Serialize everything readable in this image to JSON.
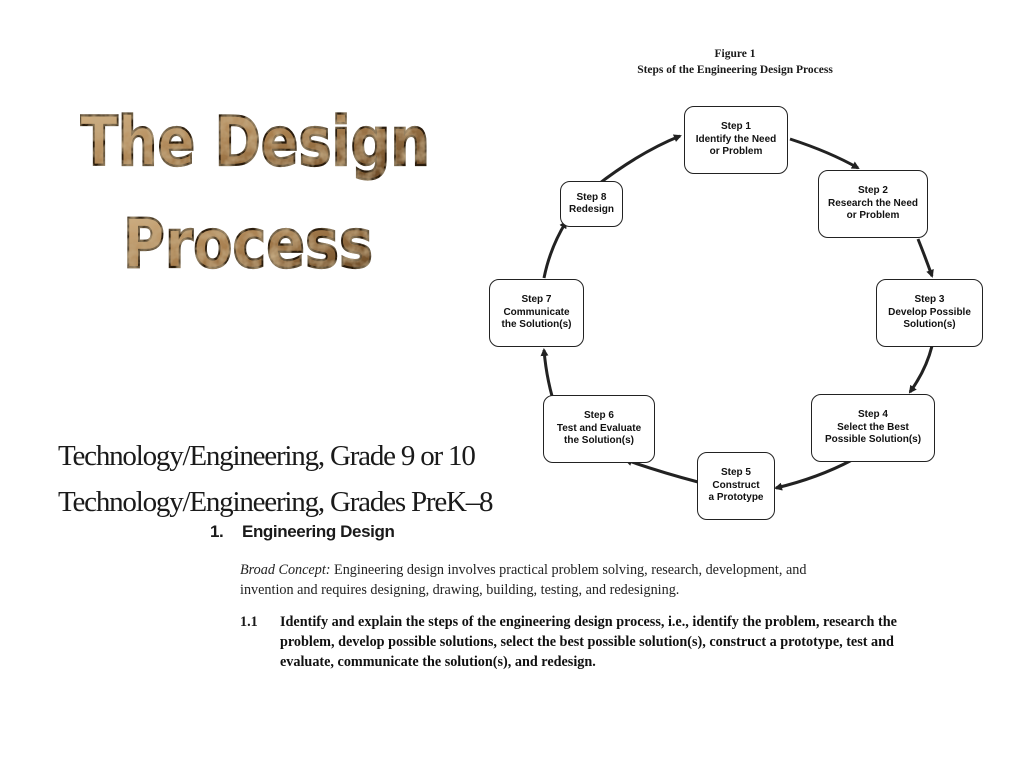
{
  "title": {
    "line1": "The Design",
    "line2": "Process"
  },
  "subtitles": [
    "Technology/Engineering, Grade 9 or 10",
    "Technology/Engineering, Grades PreK–8"
  ],
  "figure": {
    "label": "Figure 1",
    "caption": "Steps of the Engineering Design Process",
    "steps": [
      {
        "heading": "Step 1",
        "lines": [
          "Identify the Need",
          "or Problem"
        ]
      },
      {
        "heading": "Step 2",
        "lines": [
          "Research the Need",
          "or Problem"
        ]
      },
      {
        "heading": "Step 3",
        "lines": [
          "Develop Possible",
          "Solution(s)"
        ]
      },
      {
        "heading": "Step 4",
        "lines": [
          "Select the Best",
          "Possible Solution(s)"
        ]
      },
      {
        "heading": "Step 5",
        "lines": [
          "Construct",
          "a Prototype"
        ]
      },
      {
        "heading": "Step 6",
        "lines": [
          "Test and Evaluate",
          "the Solution(s)"
        ]
      },
      {
        "heading": "Step 7",
        "lines": [
          "Communicate",
          "the Solution(s)"
        ]
      },
      {
        "heading": "Step 8",
        "lines": [
          "Redesign"
        ]
      }
    ]
  },
  "standard": {
    "section_number": "1.",
    "section_title": "Engineering Design",
    "broad_concept_label": "Broad Concept:",
    "broad_concept_text": "Engineering design involves practical problem solving, research, development, and invention and requires designing, drawing, building, testing, and redesigning.",
    "item_number": "1.1",
    "item_text": "Identify and explain the steps of the engineering design process, i.e., identify the problem, research the problem, develop possible solutions, select the best possible solution(s), construct a prototype, test and evaluate, communicate the solution(s), and redesign."
  },
  "colors": {
    "title_fill_light": "#d9b98c",
    "title_fill_mid": "#a57c4c",
    "title_fill_dark": "#5e3f1f",
    "arrow": "#222222"
  }
}
